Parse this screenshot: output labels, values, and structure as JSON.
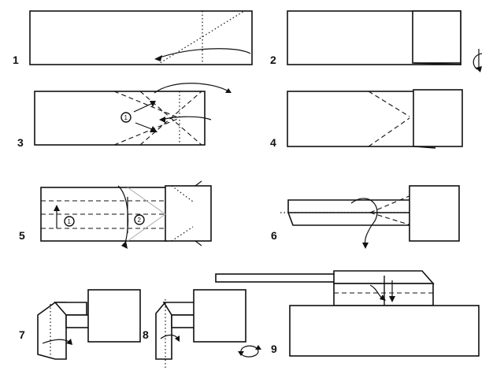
{
  "steps": [
    {
      "number": "1"
    },
    {
      "number": "2"
    },
    {
      "number": "3",
      "marker": "1"
    },
    {
      "number": "4"
    },
    {
      "number": "5",
      "markers": [
        "1",
        "2"
      ]
    },
    {
      "number": "6"
    },
    {
      "number": "7"
    },
    {
      "number": "8"
    },
    {
      "number": "9"
    }
  ],
  "colors": {
    "ink": "#111111",
    "paper": "#ffffff",
    "faint": "#aaaaaa"
  },
  "icons": [
    "fold-arrow-icon",
    "turn-over-icon",
    "rotate-icon"
  ]
}
